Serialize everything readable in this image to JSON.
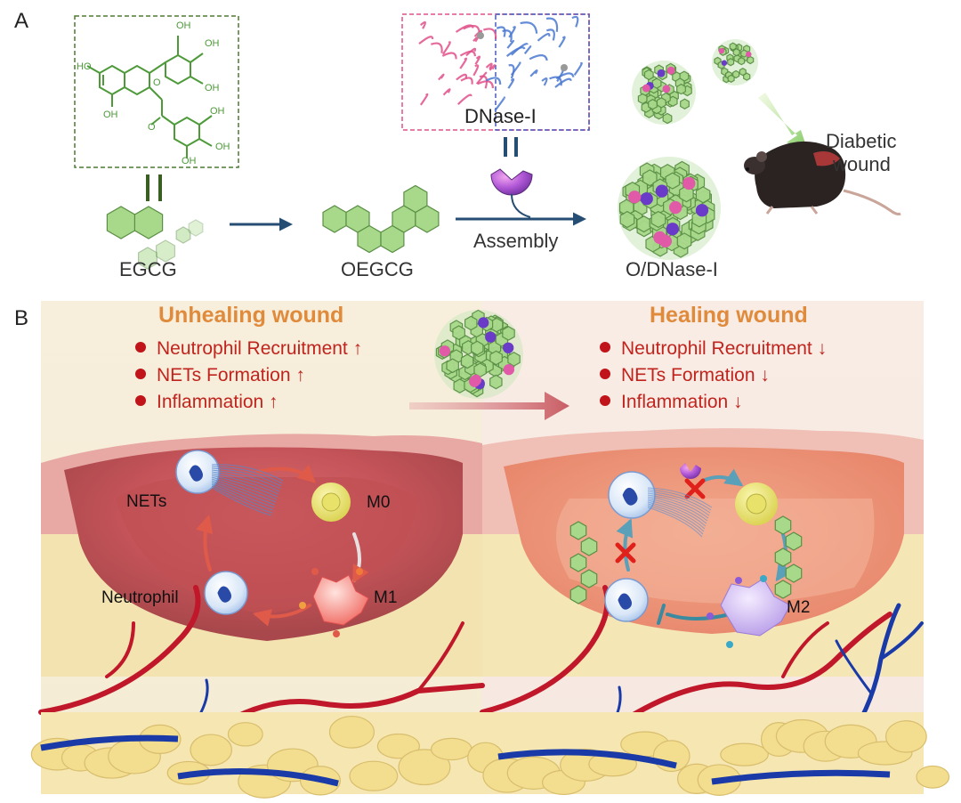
{
  "panel_a": {
    "letter": "A",
    "egcg_label": "EGCG",
    "oegcg_label": "OEGCG",
    "enzyme_label": "DNase-I",
    "assembly_label": "Assembly",
    "product_label": "O/DNase-I",
    "target_label_line1": "Diabetic",
    "target_label_line2": "wound",
    "molecule_groups": [
      "HO",
      "OH",
      "OH",
      "OH",
      "OH",
      "OH",
      "OH",
      "OH",
      "O",
      "O"
    ]
  },
  "panel_b": {
    "letter": "B",
    "left": {
      "title": "Unhealing wound",
      "bullets": [
        "Neutrophil Recruitment ↑",
        "NETs Formation ↑",
        "Inflammation ↑"
      ],
      "cells": {
        "nets": "NETs",
        "m0": "M0",
        "neutrophil": "Neutrophil",
        "m1": "M1"
      }
    },
    "right": {
      "title": "Healing wound",
      "bullets": [
        "Neutrophil Recruitment ↓",
        "NETs Formation ↓",
        "Inflammation ↓"
      ],
      "cells": {
        "m2": "M2"
      }
    }
  },
  "colors": {
    "egcg_green": "#4e9a3a",
    "hexagon_fill": "#a8d88a",
    "hexagon_stroke": "#5a8f45",
    "arrow_blue": "#264d73",
    "title_orange": "#e08a3c",
    "bullet_red": "#c0241e",
    "dnase_pink": "#e0508a",
    "dnase_blue": "#4a78d0",
    "wound_red": "#b8454a",
    "vessel_red": "#c0182a",
    "vessel_blue": "#1a3aa8",
    "fat_yellow": "#f3dd8e"
  }
}
